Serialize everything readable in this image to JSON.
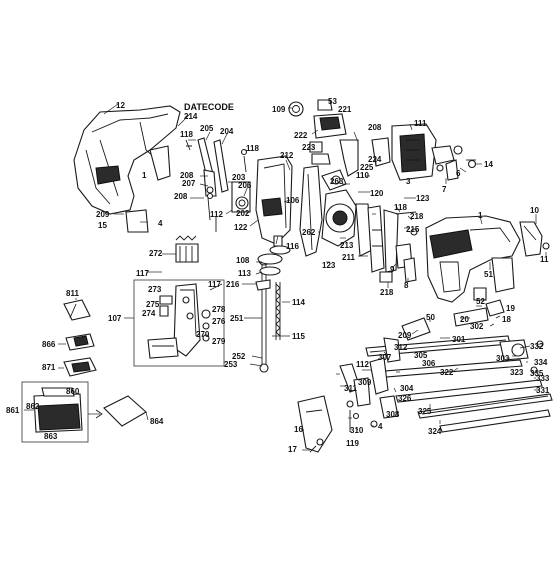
{
  "diagram": {
    "date_code_label": "DATECODE",
    "callouts": {
      "c12": "12",
      "c1a": "1",
      "c214": "214",
      "c118a": "118",
      "c205": "205",
      "c204": "204",
      "c118b": "118",
      "c208a": "208",
      "c207": "207",
      "c203": "203",
      "c206": "206",
      "c208b": "208",
      "c112a": "112",
      "c202": "202",
      "c209a": "209",
      "c4a": "4",
      "c15": "15",
      "c272": "272",
      "c122": "122",
      "c116": "116",
      "c106": "106",
      "c212": "212",
      "c117a": "117",
      "c109": "109",
      "c53": "53",
      "c221": "221",
      "c222": "222",
      "c223": "223",
      "c208c": "208",
      "c111": "111",
      "c224": "224",
      "c225": "225",
      "c110": "110",
      "c263": "263",
      "c120": "120",
      "c123": "123",
      "c3": "3",
      "c6": "6",
      "c7": "7",
      "c14": "14",
      "c213": "213",
      "c262": "262",
      "c123b": "123",
      "c118c": "118",
      "c218a": "218",
      "c215": "215",
      "c211": "211",
      "c9": "9",
      "c218b": "218",
      "c8": "8",
      "c1b": "1",
      "c10": "10",
      "c11": "11",
      "c51": "51",
      "c108": "108",
      "c113": "113",
      "c216": "216",
      "c117b": "117",
      "c114": "114",
      "c115": "115",
      "c251": "251",
      "c252": "252",
      "c253": "253",
      "c107": "107",
      "c273": "273",
      "c274": "274",
      "c275": "275",
      "c278": "278",
      "c276": "276",
      "c270": "270",
      "c279": "279",
      "c811": "811",
      "c866": "866",
      "c871": "871",
      "c860": "860",
      "c861": "861",
      "c862": "862",
      "c863": "863",
      "c864": "864",
      "c52": "52",
      "c19": "19",
      "c50": "50",
      "c20": "20",
      "c18": "18",
      "c302": "302",
      "c209b": "209",
      "c301": "301",
      "c332": "332",
      "c334": "334",
      "c335": "335",
      "c323": "323",
      "c303": "303",
      "c305": "305",
      "c306": "306",
      "c312": "312",
      "c307": "307",
      "c322": "322",
      "c333": "333",
      "c331": "331",
      "c112b": "112",
      "c309": "309",
      "c311": "311",
      "c304": "304",
      "c326": "326",
      "c325": "325",
      "c324": "324",
      "c308": "308",
      "c4b": "4",
      "c310": "310",
      "c119": "119",
      "c16": "16",
      "c17": "17"
    }
  }
}
